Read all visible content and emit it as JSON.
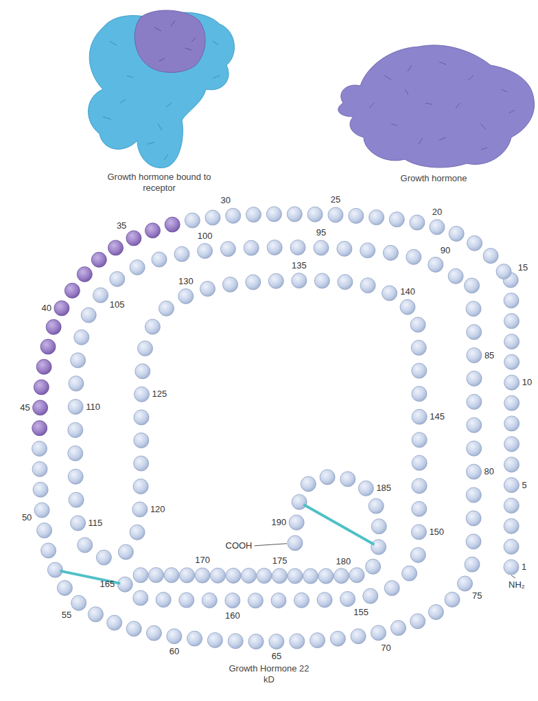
{
  "diagram": {
    "caption": "Growth Hormone 22 kD",
    "labels": [
      "Growth hormone bound to receptor",
      "Growth hormone",
      "1",
      "5",
      "10",
      "15",
      "20",
      "25",
      "30",
      "35",
      "40",
      "45",
      "50",
      "55",
      "60",
      "65",
      "70",
      "75",
      "80",
      "85",
      "90",
      "95",
      "100",
      "105",
      "110",
      "115",
      "120",
      "125",
      "130",
      "135",
      "140",
      "145",
      "150",
      "155",
      "160",
      "165",
      "170",
      "175",
      "180",
      "185",
      "190",
      "COOH",
      "NH₂"
    ]
  }
}
